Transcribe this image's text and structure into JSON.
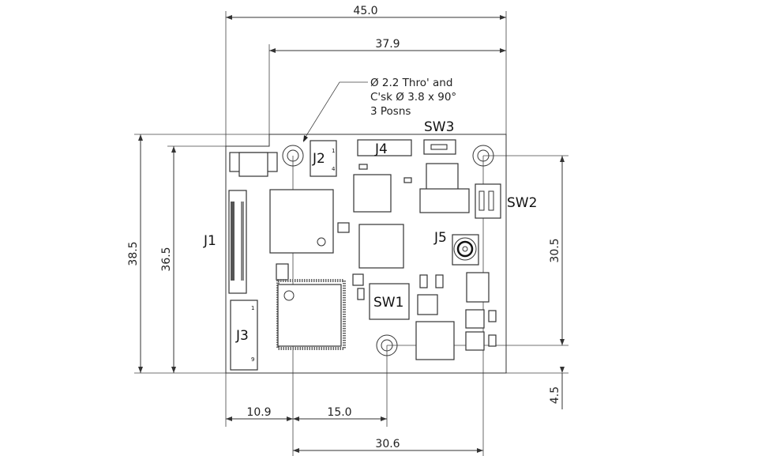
{
  "dimensions": {
    "overall_width": "45.0",
    "hole_span_top": "37.9",
    "overall_height": "38.5",
    "inner_height": "36.5",
    "hole_span_vertical": "30.5",
    "hole_offset_bottom": "4.5",
    "left_to_hole": "10.9",
    "hole_to_bottom_hole": "15.0",
    "hole_span_bottom": "30.6"
  },
  "note": {
    "line1": "Ø 2.2 Thro' and",
    "line2": "C'sk Ø 3.8 x 90°",
    "line3": "3 Posns"
  },
  "components": {
    "j1": "J1",
    "j2": "J2",
    "j3": "J3",
    "j4": "J4",
    "j5": "J5",
    "sw1": "SW1",
    "sw2": "SW2",
    "sw3": "SW3",
    "j2_pin_first": "1",
    "j2_pin_last": "4",
    "j3_pin_first": "1",
    "j3_pin_last": "9"
  }
}
